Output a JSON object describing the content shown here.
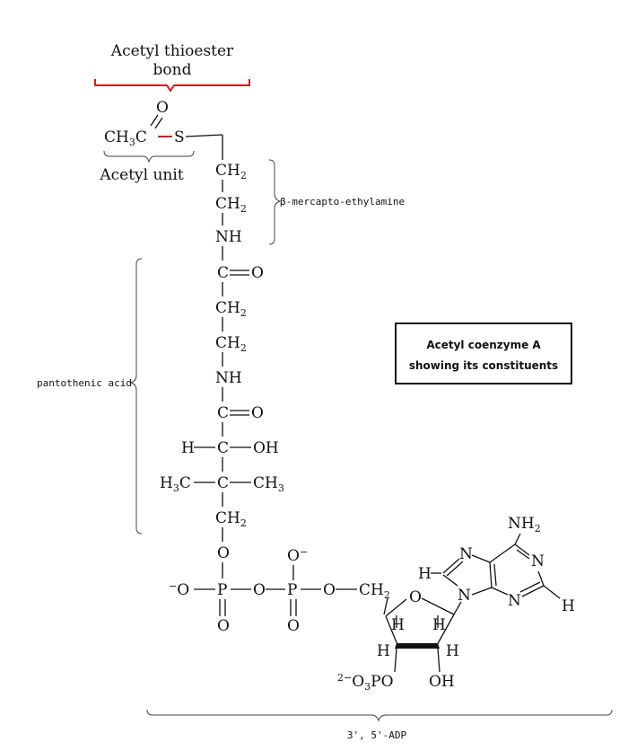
{
  "title_label_line1": "Acetyl thioester",
  "title_label_line2": "bond",
  "acetyl_unit_label": "Acetyl unit",
  "mercapto_label": "β-mercapto-ethylamine",
  "pantothenic_label": "pantothenic acid",
  "adp_label": "3', 5'-ADP",
  "info_box_line1": "Acetyl coenzyme A",
  "info_box_line2": "showing its constituents",
  "atoms": {
    "ch3": "CH",
    "ch3_sub": "3",
    "c": "C",
    "o": "O",
    "s": "S",
    "ch2": "CH",
    "sub2": "2",
    "nh": "NH",
    "eq_o": "=O",
    "h": "H",
    "oh": "OH",
    "h3c": "H",
    "h3c_rest": "C",
    "p": "P",
    "o_minus": "O",
    "minus": "−",
    "n": "N",
    "nh2": "NH",
    "opo": "O",
    "po": "PO",
    "two": "2",
    "three": "3"
  },
  "colors": {
    "highlight": "#d61a1a",
    "ink": "#111111"
  }
}
